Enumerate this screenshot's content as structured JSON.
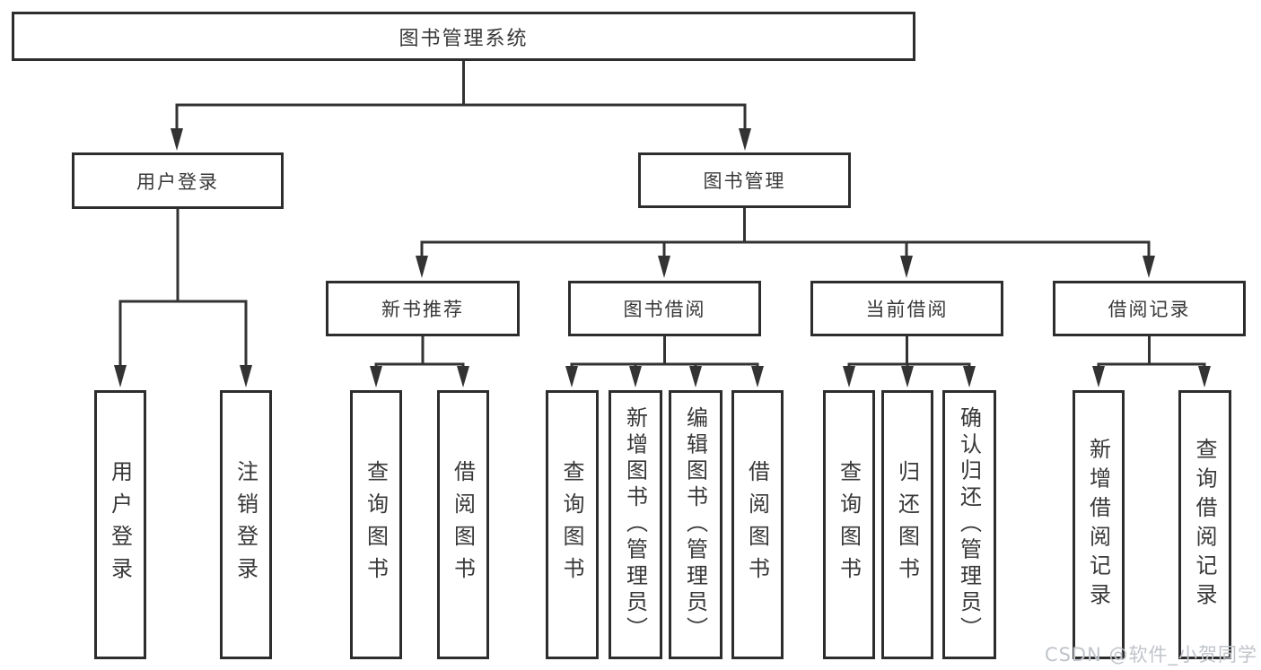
{
  "tree": {
    "label": "图书管理系统",
    "children": [
      {
        "label": "用户登录",
        "children": [
          {
            "label": "用户登录"
          },
          {
            "label": "注销登录"
          }
        ]
      },
      {
        "label": "图书管理",
        "children": [
          {
            "label": "新书推荐",
            "children": [
              {
                "label": "查询图书"
              },
              {
                "label": "借阅图书"
              }
            ]
          },
          {
            "label": "图书借阅",
            "children": [
              {
                "label": "查询图书"
              },
              {
                "label": "新增图书（管理员）"
              },
              {
                "label": "编辑图书（管理员）"
              },
              {
                "label": "借阅图书"
              }
            ]
          },
          {
            "label": "当前借阅",
            "children": [
              {
                "label": "查询图书"
              },
              {
                "label": "归还图书"
              },
              {
                "label": "确认归还（管理员）"
              }
            ]
          },
          {
            "label": "借阅记录",
            "children": [
              {
                "label": "新增借阅记录"
              },
              {
                "label": "查询借阅记录"
              }
            ]
          }
        ]
      }
    ]
  },
  "watermark": {
    "text": "CSDN @软件_小贺同学"
  },
  "colors": {
    "line": "#333333",
    "box_border": "#2d2d2d",
    "text": "#383838",
    "watermark": "#c0c4ca",
    "background": "#ffffff"
  }
}
